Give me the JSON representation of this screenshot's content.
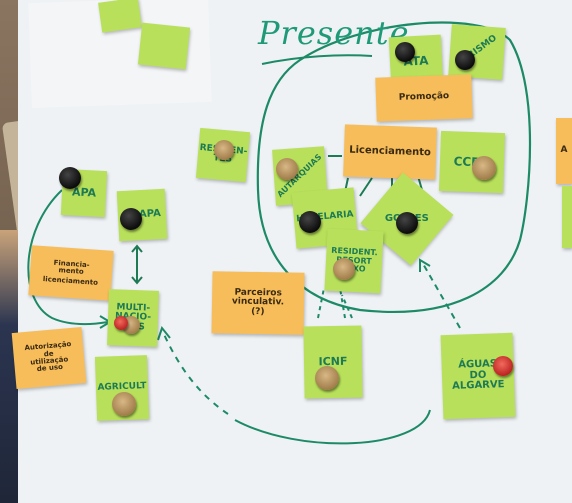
{
  "title": "Presente",
  "notes": {
    "apa": "APA",
    "drapa": "DRAPA",
    "financiamento": "Financia-\nmento",
    "licenciamento_left": "licenciamento",
    "multi": "MULTI-\nNACIO-\nNAIS",
    "autorizacao": "Autorização\nde\nutilização\nde uso",
    "agricult": "AGRICULT",
    "residentes": "RESIDEN-\nTES",
    "autarquias": "AUTARQUIAS",
    "licenciamento": "Licenciamento",
    "ata": "ATA",
    "turismo": "TURISMO",
    "promocao": "Promoção",
    "ccdr": "CCDR",
    "hotelaria": "HOTELARIA",
    "golfes": "GOLFES",
    "resident_resort": "RESIDENT.\nRESORT\nLUXO",
    "parceiros": "Parceiros\nvinculativ.\n(?)",
    "icnf": "ICNF",
    "aguas": "ÁGUAS\nDO\nALGARVE",
    "edge_letter": "A"
  },
  "colors": {
    "sticky_green": "#b8e05a",
    "sticky_orange": "#f7bd5a",
    "marker_green": "#1d7a55"
  }
}
